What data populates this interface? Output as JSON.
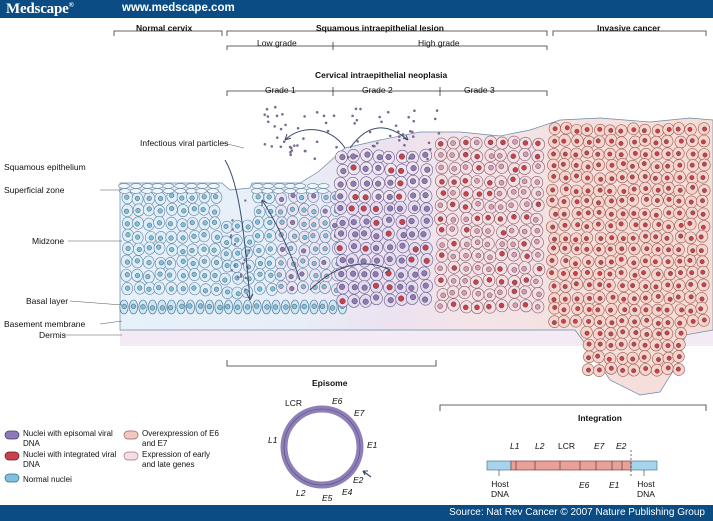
{
  "header": {
    "brand": "Medscape",
    "reg": "®",
    "url": "www.medscape.com"
  },
  "footer": {
    "source": "Source: Nat Rev Cancer © 2007 Nature Publishing Group"
  },
  "stages": {
    "normal": "Normal cervix",
    "sil": "Squamous intraepithelial lesion",
    "low": "Low grade",
    "high": "High grade",
    "invasive": "Invasive cancer",
    "cin": "Cervical intraepithelial neoplasia",
    "grade1": "Grade 1",
    "grade2": "Grade 2",
    "grade3": "Grade 3"
  },
  "layers": {
    "squamous": "Squamous epithelium",
    "superficial": "Superficial zone",
    "midzone": "Midzone",
    "basal": "Basal layer",
    "basement": "Basement membrane",
    "dermis": "Dermis",
    "viral": "Infectious viral particles"
  },
  "episome": {
    "title": "Episome",
    "labels": [
      "LCR",
      "E6",
      "E7",
      "E1",
      "E2",
      "E4",
      "E5",
      "L2",
      "L1"
    ]
  },
  "integration": {
    "title": "Integration",
    "genes_top": [
      "L1",
      "L2",
      "LCR",
      "E7",
      "E2"
    ],
    "genes_bottom": [
      "E6",
      "E1"
    ],
    "host_left": "Host DNA",
    "host_right": "Host DNA"
  },
  "legend": [
    {
      "text": "Nuclei with episomal viral DNA",
      "color": "#8e7ab5"
    },
    {
      "text": "Nuclei with integrated viral DNA",
      "color": "#c8414b"
    },
    {
      "text": "Normal nuclei",
      "color": "#7fc0e0"
    },
    {
      "text": "Overexpression of E6 and E7",
      "color": "#f0c8c0"
    },
    {
      "text": "Expression of early and late genes",
      "color": "#f4dde6"
    }
  ]
}
